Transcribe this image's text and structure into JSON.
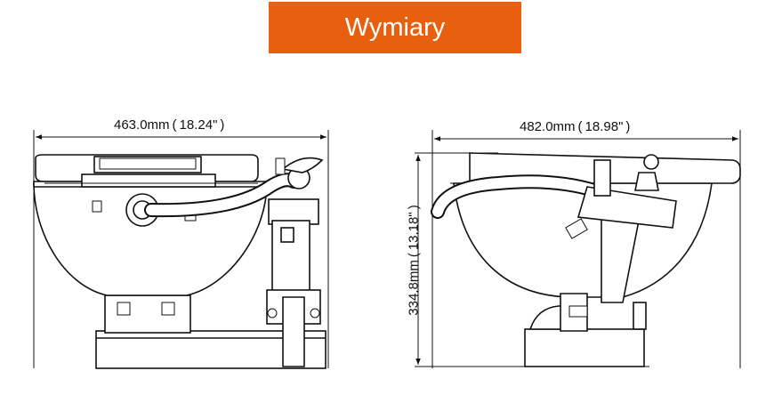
{
  "title": "Wymiary",
  "dimensions": {
    "front_width": "463.0mm ( 18.24\" )",
    "side_width": "482.0mm ( 18.98\" )",
    "side_height": "334.8mm ( 13.18\" )"
  },
  "colors": {
    "banner": "#e8600e",
    "line": "#111111",
    "background": "#ffffff"
  }
}
